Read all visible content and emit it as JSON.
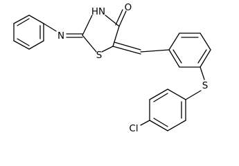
{
  "molecule": {
    "atoms": {
      "N_imine": "N",
      "NH_ring": "HN",
      "O_carbonyl": "O",
      "S_ring": "S",
      "S_thioether": "S",
      "Cl": "Cl"
    }
  },
  "colors": {
    "bond": "#000000",
    "label": "#000000",
    "background": "#ffffff"
  }
}
